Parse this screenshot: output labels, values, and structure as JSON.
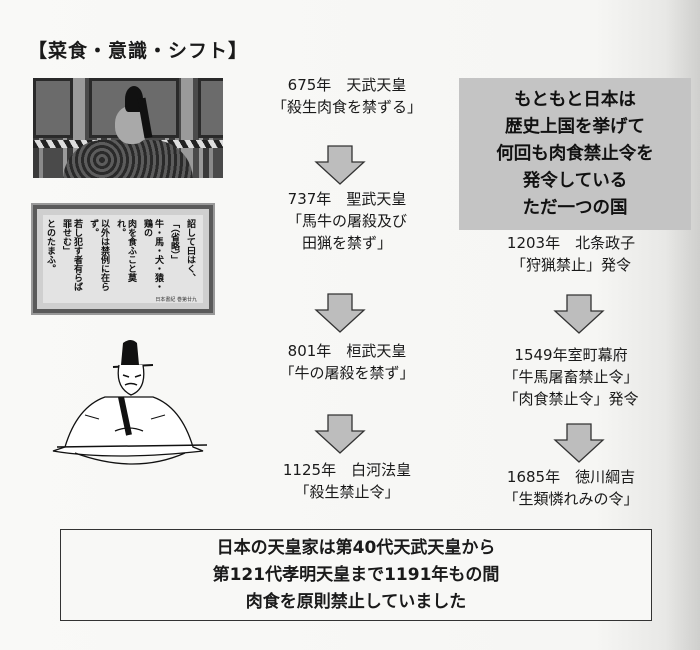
{
  "title": "【菜食・意識・シフト】",
  "images": {
    "emperor_portrait": "天武天皇 肖像",
    "edict_scroll": {
      "columns": [
        "詔して曰はく、",
        "「（省略）」",
        "牛・馬・犬・猿・鶏の",
        "肉を食ふこと莫れ。",
        "以外は禁例に在らず。",
        "若し犯す者有らば罪せむ」",
        "とのたまふ。"
      ],
      "caption": "日本書紀 巻第廿九"
    },
    "seated_figure": "座す天皇の線画"
  },
  "center_timeline": [
    {
      "year": "675年",
      "ruler": "天武天皇",
      "edict": [
        "「殺生肉食を禁ずる」"
      ]
    },
    {
      "year": "737年",
      "ruler": "聖武天皇",
      "edict": [
        "「馬牛の屠殺及び",
        "田猟を禁ず」"
      ]
    },
    {
      "year": "801年",
      "ruler": "桓武天皇",
      "edict": [
        "「牛の屠殺を禁ず」"
      ]
    },
    {
      "year": "1125年",
      "ruler": "白河法皇",
      "edict": [
        "「殺生禁止令」"
      ]
    }
  ],
  "callout": {
    "lines": [
      "もともと日本は",
      "歴史上国を挙げて",
      "何回も肉食禁止令を",
      "発令している",
      "ただ一つの国"
    ],
    "bg_color": "#c4c4c4"
  },
  "right_timeline": [
    {
      "heading": "1203年　北条政子",
      "edict": [
        "「狩猟禁止」発令"
      ]
    },
    {
      "heading": "1549年室町幕府",
      "edict": [
        "「牛馬屠畜禁止令」",
        "「肉食禁止令」発令"
      ]
    },
    {
      "heading": "1685年　徳川綱吉",
      "edict": [
        "「生類憐れみの令」"
      ]
    }
  ],
  "summary": {
    "lines": [
      "日本の天皇家は第40代天武天皇から",
      "第121代孝明天皇まで1191年もの間",
      "肉食を原則禁止していました"
    ]
  },
  "arrow_icon": "down-arrow-icon"
}
